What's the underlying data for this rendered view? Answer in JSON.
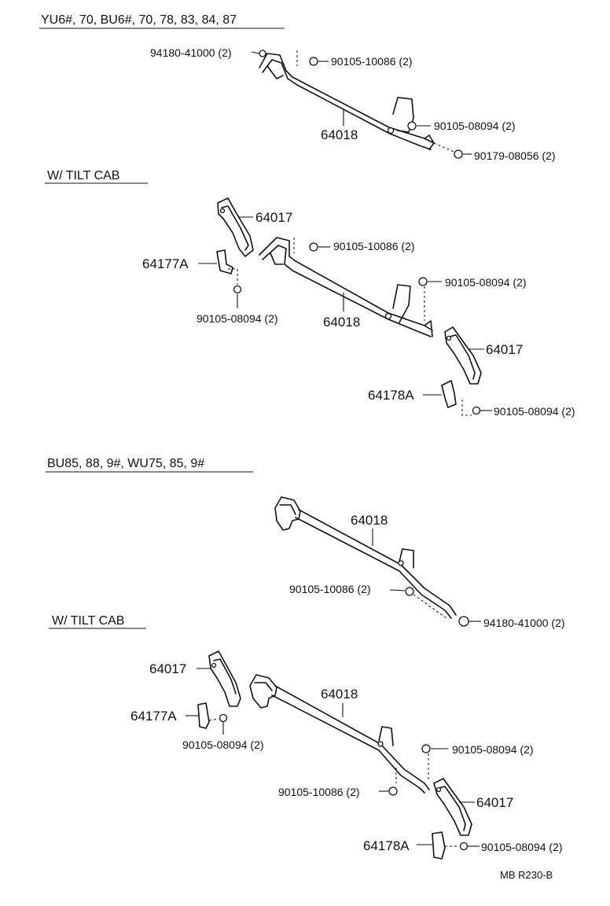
{
  "sections": [
    {
      "title": "YU6#, 70, BU6#, 70, 78, 83, 84, 87",
      "labels": {
        "bolt_a": "94180-41000 (2)",
        "bolt_b": "90105-10086 (2)",
        "bolt_c": "90105-08094 (2)",
        "nut_d": "90179-08056 (2)",
        "rod": "64018"
      }
    },
    {
      "title": "W/ TILT CAB",
      "labels": {
        "bracket_upper": "64017",
        "bolt_b": "90105-10086 (2)",
        "plate_a": "64177A",
        "bolt_c": "90105-08094 (2)",
        "bolt_e": "90105-08094 (2)",
        "rod": "64018",
        "bracket_lower": "64017",
        "plate_b": "64178A",
        "bolt_f": "90105-08094 (2)"
      }
    },
    {
      "title": "BU85, 88, 9#, WU75, 85, 9#",
      "labels": {
        "rod": "64018",
        "bolt_b": "90105-10086 (2)",
        "nut_a": "94180-41000 (2)"
      }
    },
    {
      "title": "W/ TILT CAB",
      "labels": {
        "bracket_upper": "64017",
        "rod": "64018",
        "plate_a": "64177A",
        "bolt_c": "90105-08094 (2)",
        "bolt_e": "90105-08094 (2)",
        "bolt_b": "90105-10086 (2)",
        "bracket_lower": "64017",
        "plate_b": "64178A",
        "bolt_f": "90105-08094 (2)"
      }
    }
  ],
  "footer_code": "MB R230-B"
}
